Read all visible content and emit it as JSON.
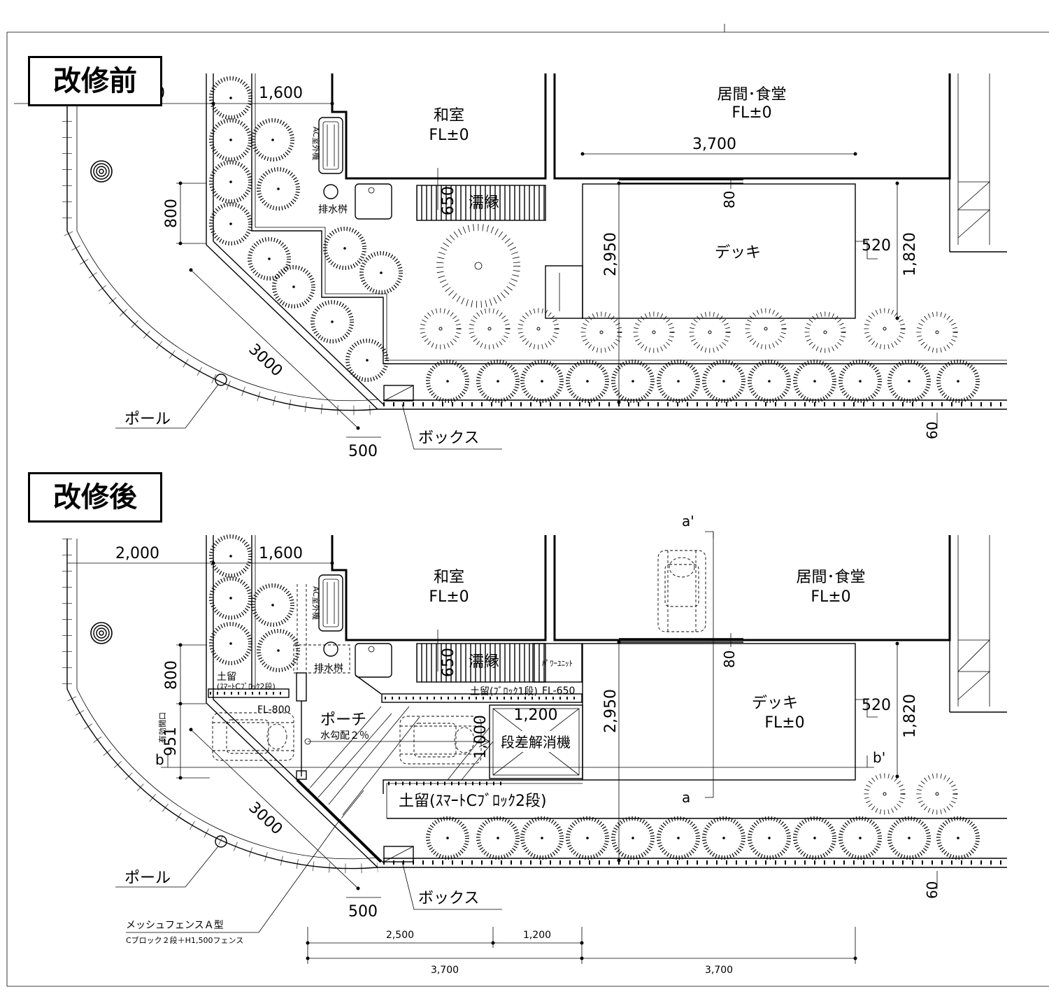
{
  "headings": {
    "before": "改修前",
    "after": "改修後"
  },
  "before": {
    "dim_left_top": "0",
    "dim_garden_width": "1,600",
    "dim_800": "800",
    "dim_3000": "3000",
    "dim_500": "500",
    "dim_3700": "3,700",
    "dim_80": "80",
    "dim_2950": "2,950",
    "dim_520": "520",
    "dim_1820": "1,820",
    "dim_60": "60",
    "dim_650": "650",
    "washitsu": "和室",
    "washitsu_fl": "FL±0",
    "living": "居間･食堂",
    "living_fl": "FL±0",
    "ac_unit": "AC室外機",
    "drain": "排水桝",
    "engawa": "濡縁",
    "deck": "デッキ",
    "pole": "ポール",
    "box": "ボックス"
  },
  "after": {
    "dim_2000": "2,000",
    "dim_garden_width": "1,600",
    "dim_800": "800",
    "dim_951": "951",
    "opening": "有効開口",
    "dim_3000": "3000",
    "dim_500": "500",
    "dim_80": "80",
    "dim_2950": "2,950",
    "dim_520": "520",
    "dim_1820": "1,820",
    "dim_60": "60",
    "dim_650": "650",
    "dim_1200_top": "1,200",
    "dim_1000": "1,000",
    "dim_2500": "2,500",
    "dim_1200_bottom": "1,200",
    "dim_3700_left": "3,700",
    "dim_3700_right": "3,700",
    "washitsu": "和室",
    "washitsu_fl": "FL±0",
    "living": "居間･食堂",
    "living_fl": "FL±0",
    "ac_unit": "AC室外機",
    "drain": "排水桝",
    "engawa": "濡縁",
    "power_unit": "ﾊﾟﾜｰﾕﾆｯﾄ",
    "retain_block1": "土留(ﾌﾞﾛｯｸ1段)",
    "fl650": "FL-650",
    "retain_left": "土留",
    "retain_left_sub": "(ｽﾏｰﾄCﾌﾞﾛｯｸ2段)",
    "fl800": "FL-800",
    "porch": "ポーチ",
    "slope": "水勾配２％",
    "lift": "段差解消機",
    "deck": "デッキ",
    "deck_fl": "FL±0",
    "retain_main": "土留(ｽﾏｰﾄCﾌﾞﾛｯｸ2段)",
    "section_a": "a",
    "section_a_prime": "a'",
    "section_b": "b",
    "section_b_prime": "b'",
    "pole": "ポール",
    "box": "ボックス",
    "fence_type": "メッシュフェンスＡ型",
    "fence_spec": "Cブロック２段＋H1,500フェンス"
  }
}
